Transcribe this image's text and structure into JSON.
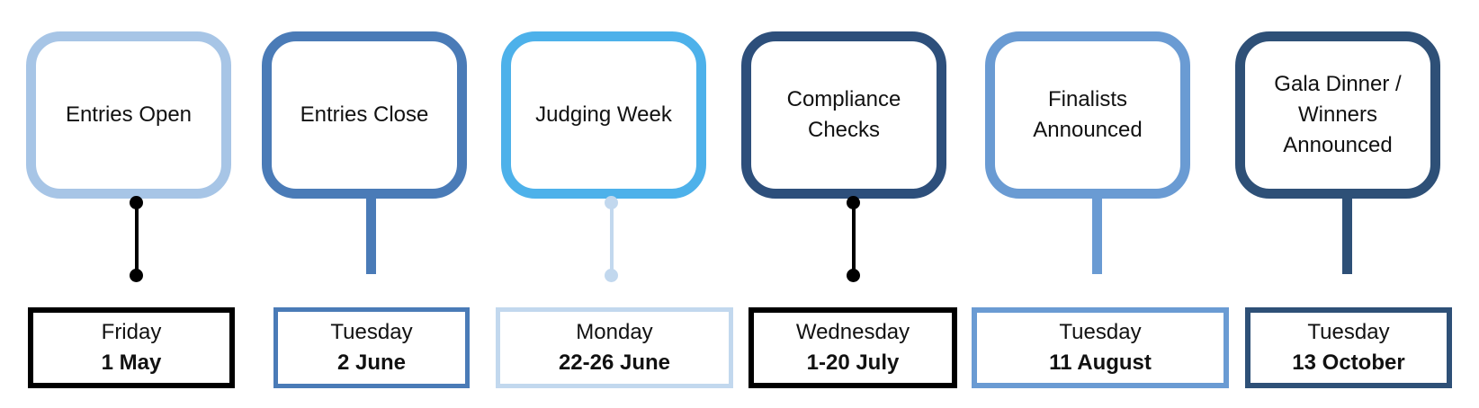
{
  "colors": {
    "light_blue": "#a7c5e6",
    "mid_blue": "#4a7bb7",
    "sky_blue": "#4db1ea",
    "navy": "#2d4f7b",
    "steel_blue": "#6a9bd3",
    "dark_navy": "#2e5077",
    "pale_blue": "#c2d8ee",
    "black": "#000000"
  },
  "milestones": [
    {
      "label": "Entries Open",
      "day": "Friday",
      "date": "1 May",
      "connector": "pin"
    },
    {
      "label": "Entries Close",
      "day": "Tuesday",
      "date": "2 June",
      "connector": "stem"
    },
    {
      "label": "Judging Week",
      "day": "Monday",
      "date": "22-26 June",
      "connector": "pin"
    },
    {
      "label": "Compliance Checks",
      "day": "Wednesday",
      "date": "1-20 July",
      "connector": "pin"
    },
    {
      "label": "Finalists Announced",
      "day": "Tuesday",
      "date": "11 August",
      "connector": "stem"
    },
    {
      "label": "Gala Dinner / Winners Announced",
      "day": "Tuesday",
      "date": "13 October",
      "connector": "stem"
    }
  ]
}
